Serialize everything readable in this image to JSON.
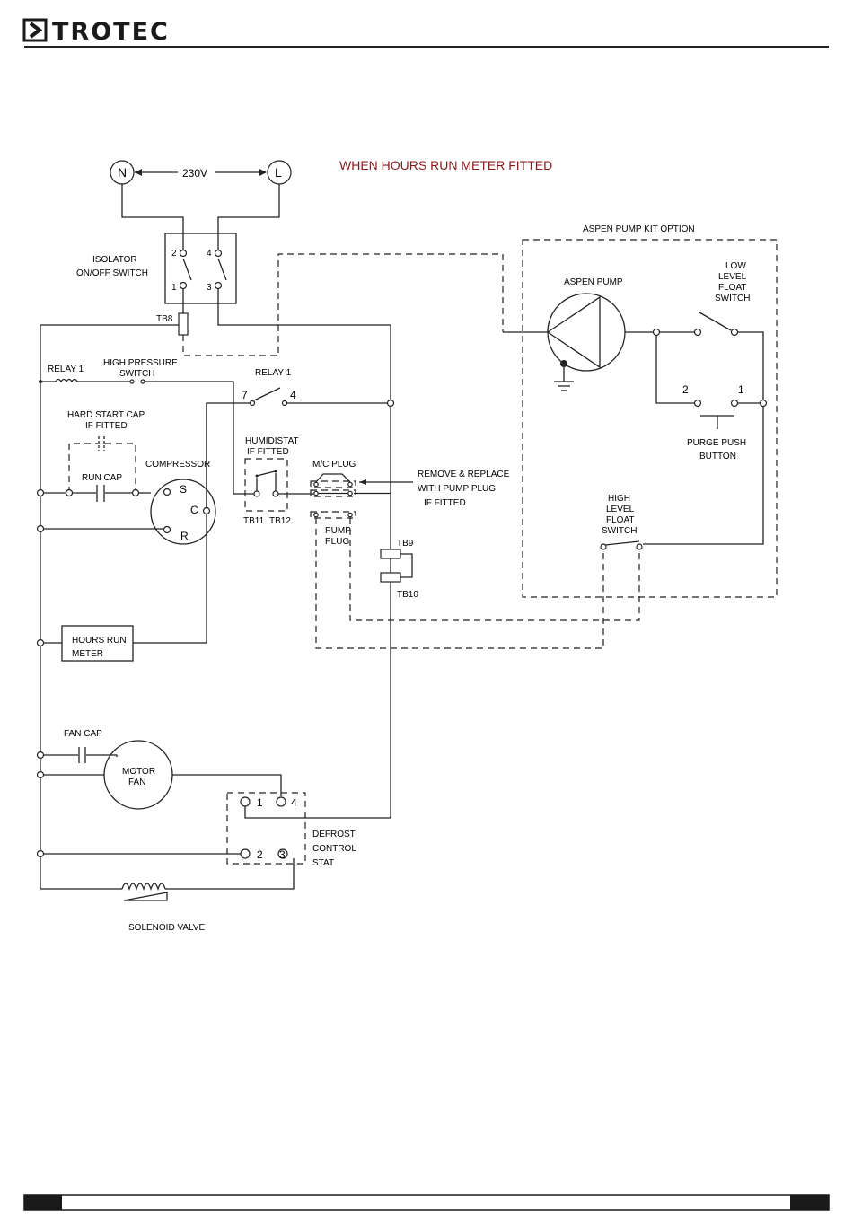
{
  "header": {
    "brand": "TROTEC"
  },
  "diagram": {
    "title": "WHEN HOURS RUN METER FITTED",
    "supply": {
      "neutral": "N",
      "live": "L",
      "voltage": "230V"
    },
    "isolator": {
      "label_line1": "ISOLATOR",
      "label_line2": "ON/OFF SWITCH",
      "pins": [
        "2",
        "4",
        "1",
        "3"
      ]
    },
    "tb8": "TB8",
    "relay_coil": "RELAY 1",
    "hp_switch": {
      "line1": "HIGH PRESSURE",
      "line2": "SWITCH"
    },
    "relay_contact": {
      "label": "RELAY 1",
      "pin_a": "7",
      "pin_b": "4"
    },
    "hard_start_cap": {
      "line1": "HARD START CAP",
      "line2": "IF FITTED"
    },
    "run_cap": "RUN CAP",
    "compressor": {
      "label": "COMPRESSOR",
      "s": "S",
      "c": "C",
      "r": "R"
    },
    "humidistat": {
      "line1": "HUMIDISTAT",
      "line2": "IF FITTED",
      "tb11": "TB11",
      "tb12": "TB12"
    },
    "mc_plug": "M/C PLUG",
    "pump_plug": {
      "line1": "PUMP",
      "line2": "PLUG"
    },
    "remove_note": {
      "line1": "REMOVE & REPLACE",
      "line2": "WITH PUMP PLUG",
      "line3": "IF FITTED"
    },
    "tb9": "TB9",
    "tb10": "TB10",
    "hours_meter": {
      "line1": "HOURS RUN",
      "line2": "METER"
    },
    "fan_cap": "FAN CAP",
    "motor_fan": {
      "line1": "MOTOR",
      "line2": "FAN"
    },
    "defrost": {
      "line1": "DEFROST",
      "line2": "CONTROL",
      "line3": "STAT",
      "pins": [
        "1",
        "4",
        "2",
        "3"
      ]
    },
    "solenoid": "SOLENOID VALVE",
    "pump_kit": {
      "label": "ASPEN PUMP KIT OPTION",
      "pump": "ASPEN PUMP",
      "low_float": {
        "line1": "LOW",
        "line2": "LEVEL",
        "line3": "FLOAT",
        "line4": "SWITCH"
      },
      "purge": {
        "line1": "PURGE PUSH",
        "line2": "BUTTON",
        "pin_2": "2",
        "pin_1": "1"
      },
      "high_float": {
        "line1": "HIGH",
        "line2": "LEVEL",
        "line3": "FLOAT",
        "line4": "SWITCH"
      }
    }
  }
}
